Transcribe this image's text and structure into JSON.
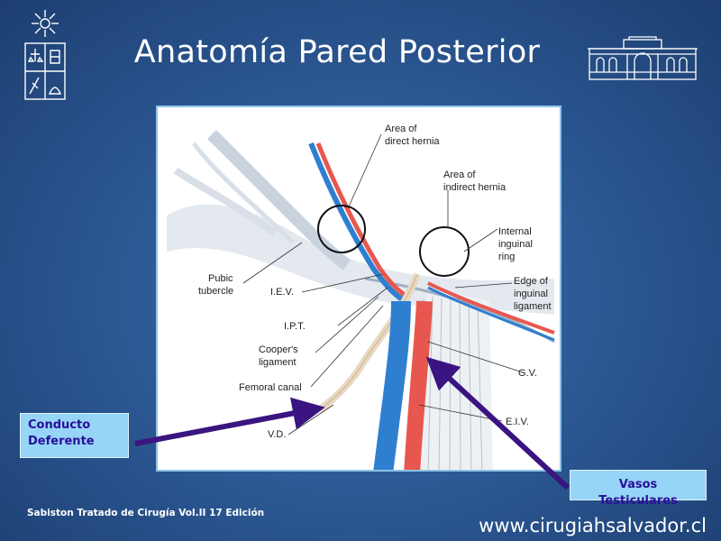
{
  "slide": {
    "title": "Anatomía Pared Posterior",
    "source_note": "Sabiston Tratado de Cirugía Vol.II 17 Edición",
    "website": "www.cirugiahsalvador.cl"
  },
  "icons": {
    "left_logo": "university-crest-icon",
    "right_logo": "hospital-building-icon"
  },
  "colors": {
    "background": "#2f5c99",
    "callout_fill": "#96d5f7",
    "callout_text": "#2a0f9a",
    "arrow": "#3a1480",
    "artery": "#e8574f",
    "vein": "#2f7fd0",
    "vas_deferens": "#e9d8c1"
  },
  "figure_labels": {
    "area_direct_line1": "Area of",
    "area_direct_line2": "direct hernia",
    "area_indirect_line1": "Area of",
    "area_indirect_line2": "indirect hernia",
    "internal_ring_line1": "Internal",
    "internal_ring_line2": "inguinal",
    "internal_ring_line3": "ring",
    "pubic_line1": "Pubic",
    "pubic_line2": "tubercle",
    "iev": "I.E.V.",
    "edge_line1": "Edge of",
    "edge_line2": "inguinal",
    "edge_line3": "ligament",
    "ipt": "I.P.T.",
    "coopers_line1": "Cooper's",
    "coopers_line2": "ligament",
    "gv": "G.V.",
    "femoral": "Femoral canal",
    "eiv": "E.I.V.",
    "vd": "V.D."
  },
  "callouts": {
    "left_line1": "Conducto",
    "left_line2": "Deferente",
    "right_line1": "Vasos",
    "right_line2": "Testiculares"
  }
}
